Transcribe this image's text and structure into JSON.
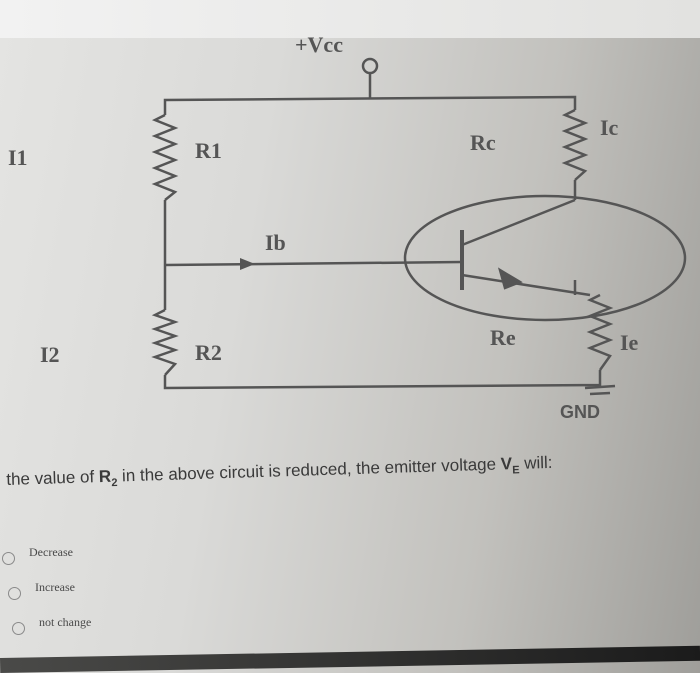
{
  "circuit": {
    "vcc": "+Vcc",
    "i1": "I1",
    "r1": "R1",
    "rc": "Rc",
    "ic": "Ic",
    "ib": "Ib",
    "r2": "R2",
    "re": "Re",
    "ie": "Ie",
    "i2": "I2",
    "gnd": "GND"
  },
  "question": {
    "prefix": "the value of ",
    "r": "R",
    "r_sub": "2",
    "middle": " in the above circuit is reduced, the emitter voltage ",
    "v": "V",
    "v_sub": "E",
    "suffix": " will:"
  },
  "options": [
    {
      "label": "Decrease",
      "selected": false
    },
    {
      "label": "Increase",
      "selected": false
    },
    {
      "label": "not change",
      "selected": false
    }
  ]
}
